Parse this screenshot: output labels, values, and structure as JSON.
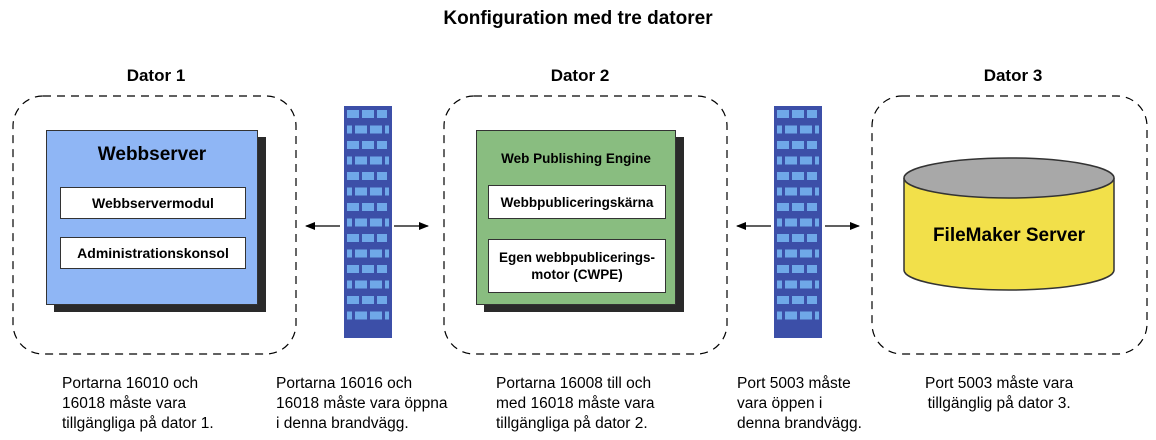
{
  "title": "Konfiguration med tre datorer",
  "computers": [
    {
      "label": "Dator 1",
      "caption": "Portarna 16010 och\n16018 måste vara\ntillgängliga på dator 1."
    },
    {
      "label": "Dator 2",
      "caption": "Portarna 16008 till och\nmed 16018 måste vara\ntillgängliga på dator 2."
    },
    {
      "label": "Dator 3",
      "caption": "Port 5003 måste vara\ntillgänglig på dator 3."
    }
  ],
  "webserver": {
    "title": "Webbserver",
    "modules": [
      "Webbservermodul",
      "Administrationskonsol"
    ]
  },
  "wpe": {
    "title": "Web Publishing Engine",
    "modules": [
      "Webbpubliceringskärna",
      "Egen webbpublicerings-\nmotor (CWPE)"
    ]
  },
  "filemaker": {
    "label": "FileMaker Server"
  },
  "firewalls": [
    {
      "caption": "Portarna 16016 och\n16018 måste vara öppna\ni denna brandvägg."
    },
    {
      "caption": "Port 5003 måste\nvara öppen i\ndenna brandvägg."
    }
  ],
  "colors": {
    "webserver": "#8fb6f5",
    "wpe": "#89bd80",
    "filemaker_body": "#f2e04a",
    "filemaker_top": "#a8a8a8",
    "firewall": "#3c4fa8",
    "firewall_brick": "#6fa8e8"
  }
}
